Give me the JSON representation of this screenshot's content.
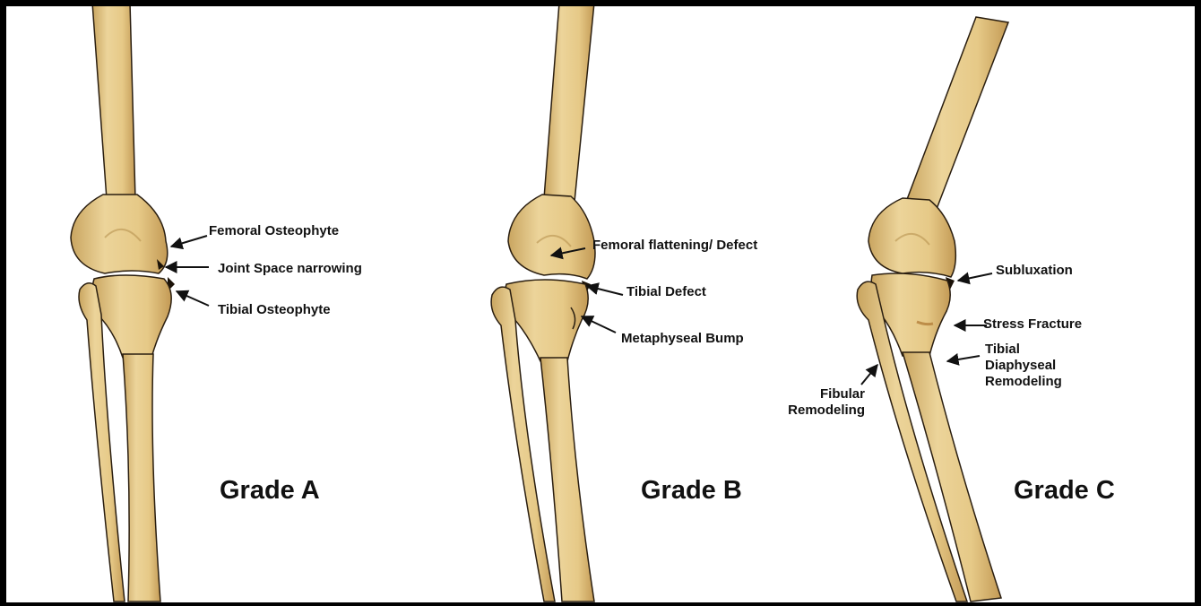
{
  "panels": [
    {
      "id": "a",
      "grade": "Grade A",
      "labels": [
        "Femoral Osteophyte",
        "Joint Space narrowing",
        "Tibial Osteophyte"
      ]
    },
    {
      "id": "b",
      "grade": "Grade B",
      "labels": [
        "Femoral flattening/ Defect",
        "Tibial Defect",
        "Metaphyseal Bump"
      ]
    },
    {
      "id": "c",
      "grade": "Grade C",
      "labels": [
        "Subluxation",
        "Stress Fracture",
        "Tibial Diaphyseal Remodeling",
        "Fibular Remodeling"
      ]
    }
  ],
  "colors": {
    "bone": "#e8cd8f",
    "bone_shadow": "#c9a560",
    "outline": "#2a1e10",
    "text": "#111111",
    "frame": "#000000"
  }
}
